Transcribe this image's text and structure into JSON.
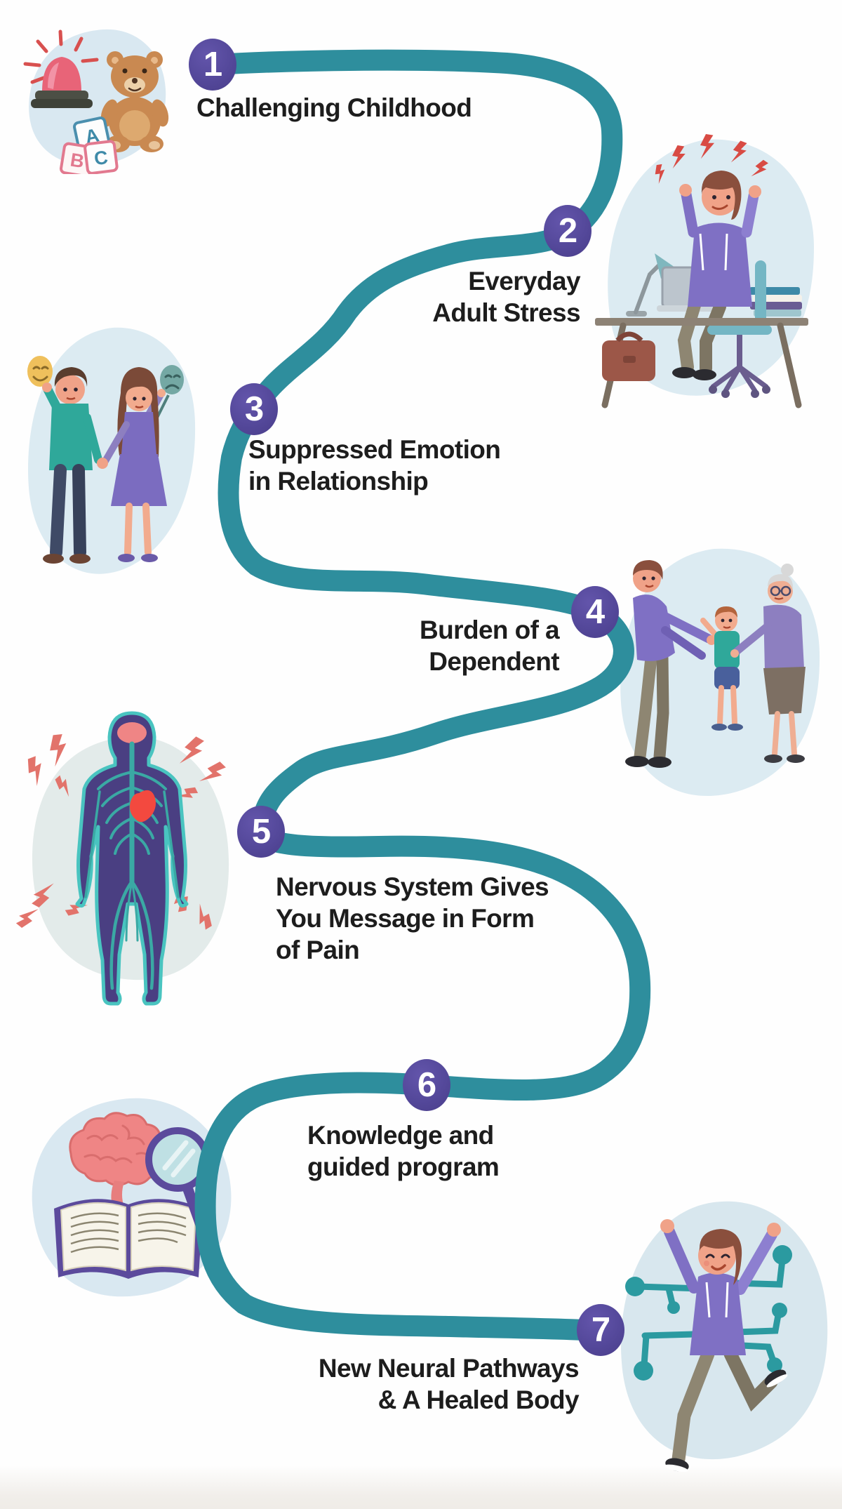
{
  "steps": [
    {
      "number": "1",
      "lines": [
        "Challenging Childhood"
      ],
      "icon": "childhood-toys"
    },
    {
      "number": "2",
      "lines": [
        "Everyday",
        "Adult Stress"
      ],
      "icon": "stressed-woman-at-desk"
    },
    {
      "number": "3",
      "lines": [
        "Suppressed Emotion",
        "in Relationship"
      ],
      "icon": "couple-holding-masks"
    },
    {
      "number": "4",
      "lines": [
        "Burden of a",
        "Dependent"
      ],
      "icon": "family-with-dependents"
    },
    {
      "number": "5",
      "lines": [
        "Nervous System Gives",
        "You Message in Form",
        "of Pain"
      ],
      "icon": "nervous-system-body"
    },
    {
      "number": "6",
      "lines": [
        "Knowledge and",
        "guided program"
      ],
      "icon": "brain-book-magnifier"
    },
    {
      "number": "7",
      "lines": [
        "New Neural Pathways",
        "& A Healed Body"
      ],
      "icon": "healed-woman-jumping"
    }
  ],
  "colors": {
    "path_teal": "#2E8E9D",
    "circle_purple": "#54489A",
    "text_dark": "#1D1D1D",
    "blob_blue": "#D9E8F0",
    "blob_grey": "#E3EBEA",
    "bolt_red": "#E2736B",
    "skin": "#F0A288",
    "hoodie_purple": "#7F70C4",
    "teal_shirt": "#2FA89A"
  }
}
